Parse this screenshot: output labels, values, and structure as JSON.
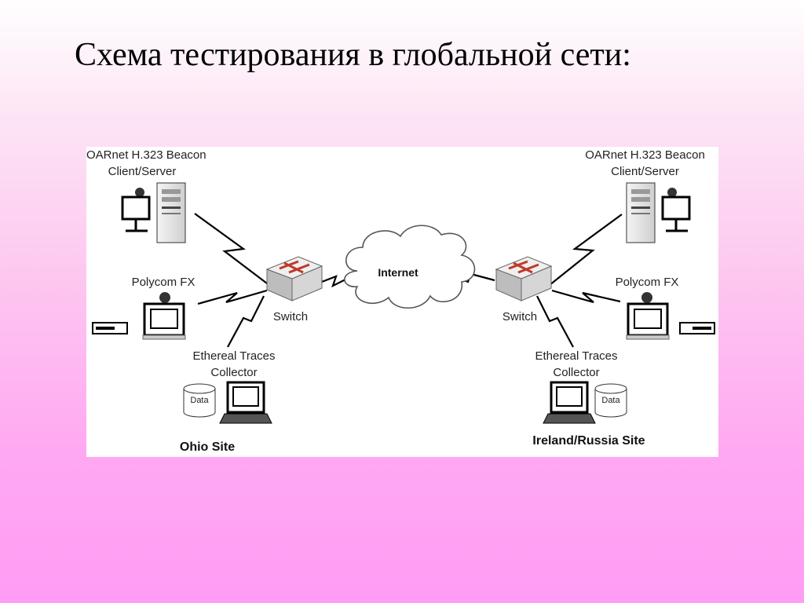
{
  "slide": {
    "title": "Схема тестирования в глобальной сети:"
  },
  "diagram": {
    "internet_label": "Internet",
    "left_site": {
      "site_label": "Ohio Site",
      "beacon_line1": "OARnet H.323 Beacon",
      "beacon_line2": "Client/Server",
      "polycom_label": "Polycom FX",
      "switch_label": "Switch",
      "traces_line1": "Ethereal Traces",
      "traces_line2": "Collector",
      "data_label": "Data"
    },
    "right_site": {
      "site_label": "Ireland/Russia Site",
      "beacon_line1": "OARnet H.323 Beacon",
      "beacon_line2": "Client/Server",
      "polycom_label": "Polycom FX",
      "switch_label": "Switch",
      "traces_line1": "Ethereal Traces",
      "traces_line2": "Collector",
      "data_label": "Data"
    },
    "colors": {
      "switch_body": "#d9d9d9",
      "switch_arrows": "#c0392b",
      "link": "#000000"
    }
  }
}
